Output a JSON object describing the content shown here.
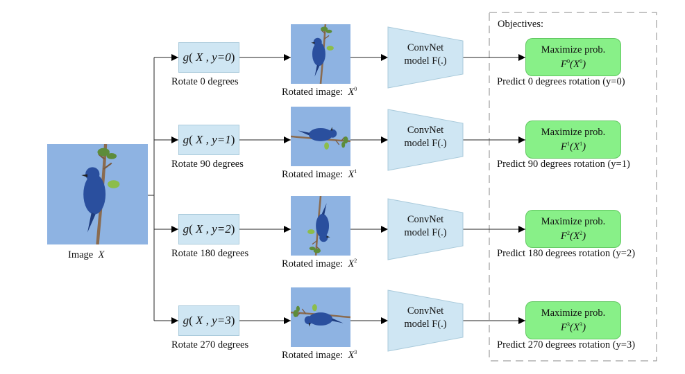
{
  "objectives_title": "Objectives:",
  "input_caption": "Image",
  "input_var": "X",
  "rows": [
    {
      "g_func": "g",
      "g_args": "X , y=0",
      "rotate_label": "Rotate 0 degrees",
      "rotated_caption": "Rotated image:",
      "rotated_var": "X",
      "rotated_sup": "0",
      "convnet_line1": "ConvNet",
      "convnet_line2": "model F(.)",
      "objective_line1": "Maximize prob.",
      "objective_F": "F",
      "objective_sup1": "0",
      "objective_X": "X",
      "objective_sup2": "0",
      "predict_label": "Predict 0 degrees rotation (y=0)",
      "rotation_deg": 0
    },
    {
      "g_func": "g",
      "g_args": "X , y=1",
      "rotate_label": "Rotate 90 degrees",
      "rotated_caption": "Rotated image:",
      "rotated_var": "X",
      "rotated_sup": "1",
      "convnet_line1": "ConvNet",
      "convnet_line2": "model F(.)",
      "objective_line1": "Maximize prob.",
      "objective_F": "F",
      "objective_sup1": "1",
      "objective_X": "X",
      "objective_sup2": "1",
      "predict_label": "Predict 90 degrees rotation (y=1)",
      "rotation_deg": 90
    },
    {
      "g_func": "g",
      "g_args": "X , y=2",
      "rotate_label": "Rotate 180 degrees",
      "rotated_caption": "Rotated image:",
      "rotated_var": "X",
      "rotated_sup": "2",
      "convnet_line1": "ConvNet",
      "convnet_line2": "model F(.)",
      "objective_line1": "Maximize prob.",
      "objective_F": "F",
      "objective_sup1": "2",
      "objective_X": "X",
      "objective_sup2": "2",
      "predict_label": "Predict 180 degrees rotation (y=2)",
      "rotation_deg": 180
    },
    {
      "g_func": "g",
      "g_args": "X , y=3",
      "rotate_label": "Rotate 270 degrees",
      "rotated_caption": "Rotated image:",
      "rotated_var": "X",
      "rotated_sup": "3",
      "convnet_line1": "ConvNet",
      "convnet_line2": "model F(.)",
      "objective_line1": "Maximize prob.",
      "objective_F": "F",
      "objective_sup1": "3",
      "objective_X": "X",
      "objective_sup2": "3",
      "predict_label": "Predict 270 degrees rotation (y=3)",
      "rotation_deg": 270
    }
  ],
  "colors": {
    "g_box": "#cfe6f3",
    "convnet": "#cfe6f3",
    "objective": "#88f088",
    "image_sky": "#8eb3e2",
    "bird": "#2a4f9e"
  }
}
